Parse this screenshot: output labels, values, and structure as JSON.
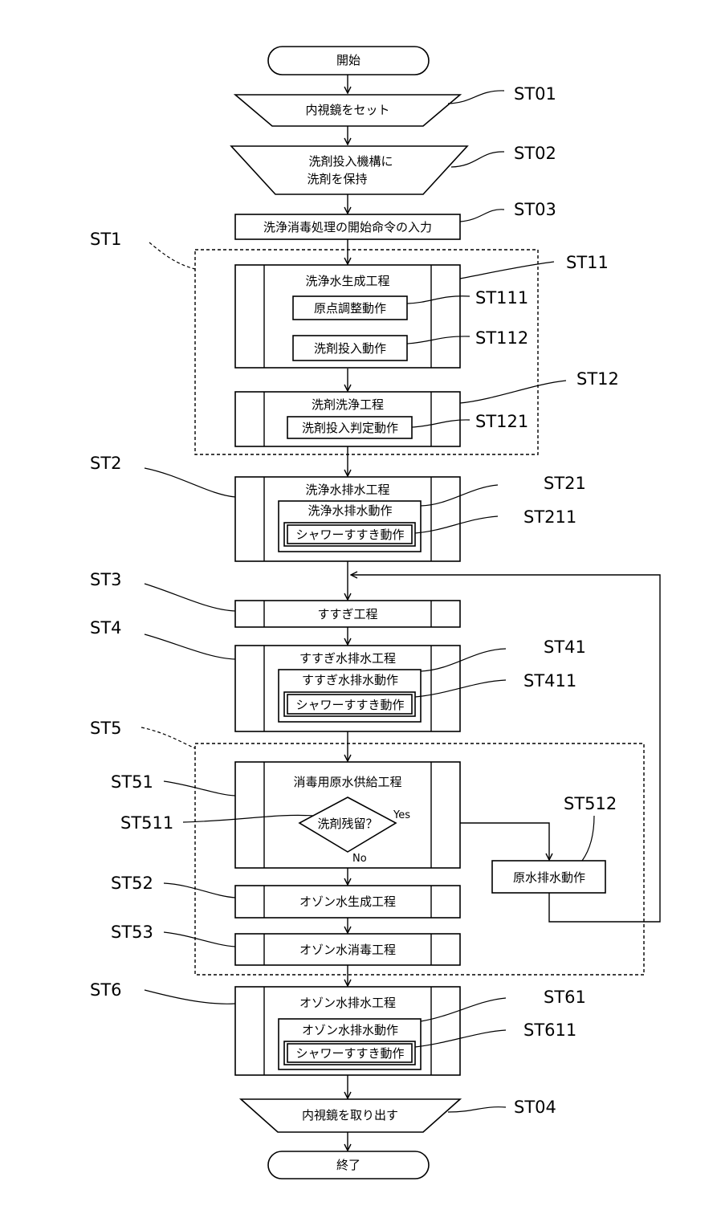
{
  "diagram": {
    "start": "開始",
    "end": "終了",
    "steps": {
      "st01": "内視鏡をセット",
      "st02_line1": "洗剤投入機構に",
      "st02_line2": "洗剤を保持",
      "st03": "洗浄消毒処理の開始命令の入力",
      "st11": "洗浄水生成工程",
      "st111": "原点調整動作",
      "st112": "洗剤投入動作",
      "st12": "洗剤洗浄工程",
      "st121": "洗剤投入判定動作",
      "st2": "洗浄水排水工程",
      "st21": "洗浄水排水動作",
      "st211": "シャワーすすき動作",
      "st3": "すすぎ工程",
      "st4": "すすぎ水排水工程",
      "st41": "すすぎ水排水動作",
      "st411": "シャワーすすき動作",
      "st51": "消毒用原水供給工程",
      "st511": "洗剤残留？",
      "st512": "原水排水動作",
      "st52": "オゾン水生成工程",
      "st53": "オゾン水消毒工程",
      "st6": "オゾン水排水工程",
      "st61": "オゾン水排水動作",
      "st611": "シャワーすすき動作",
      "st04": "内視鏡を取り出す"
    },
    "branch": {
      "yes": "Yes",
      "no": "No"
    },
    "refs": {
      "st01": "ST01",
      "st02": "ST02",
      "st03": "ST03",
      "st1": "ST1",
      "st11": "ST11",
      "st111": "ST111",
      "st112": "ST112",
      "st12": "ST12",
      "st121": "ST121",
      "st2": "ST2",
      "st21": "ST21",
      "st211": "ST211",
      "st3": "ST3",
      "st4": "ST4",
      "st41": "ST41",
      "st411": "ST411",
      "st5": "ST5",
      "st51": "ST51",
      "st511": "ST511",
      "st512": "ST512",
      "st52": "ST52",
      "st53": "ST53",
      "st6": "ST6",
      "st61": "ST61",
      "st611": "ST611",
      "st04": "ST04"
    }
  }
}
